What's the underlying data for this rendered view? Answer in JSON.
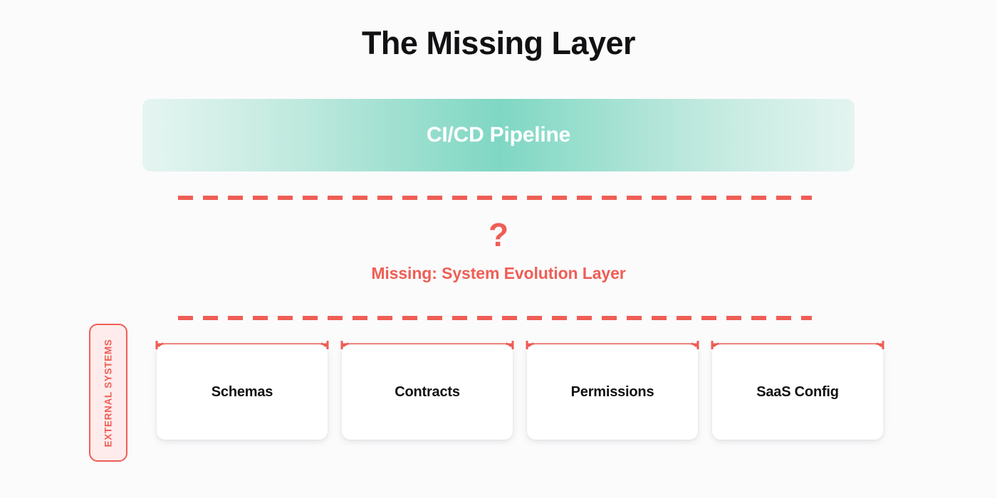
{
  "page": {
    "title": "The Missing Layer",
    "background_color": "#fbfbfc"
  },
  "pipeline": {
    "label": "CI/CD Pipeline",
    "gradient_from": "#e6f5f1",
    "gradient_mid": "#7fd7c3",
    "gradient_to": "#e4f4f0",
    "text_color": "#ffffff"
  },
  "gap": {
    "question_mark": "?",
    "missing_label": "Missing: System Evolution Layer",
    "accent_color": "#ef5e55"
  },
  "separators": {
    "top_dashed_color": "#ef5e55",
    "bottom_dashed_color": "#ef5e55"
  },
  "external": {
    "label": "EXTERNAL SYSTEMS",
    "border_color": "#ef5e55",
    "fill_color": "#fdeceb",
    "text_color": "#ef5e55"
  },
  "cards": [
    {
      "label": "Schemas"
    },
    {
      "label": "Contracts"
    },
    {
      "label": "Permissions"
    },
    {
      "label": "SaaS Config"
    }
  ],
  "icons": {
    "double_arrow": "double-headed-arrow-icon"
  }
}
